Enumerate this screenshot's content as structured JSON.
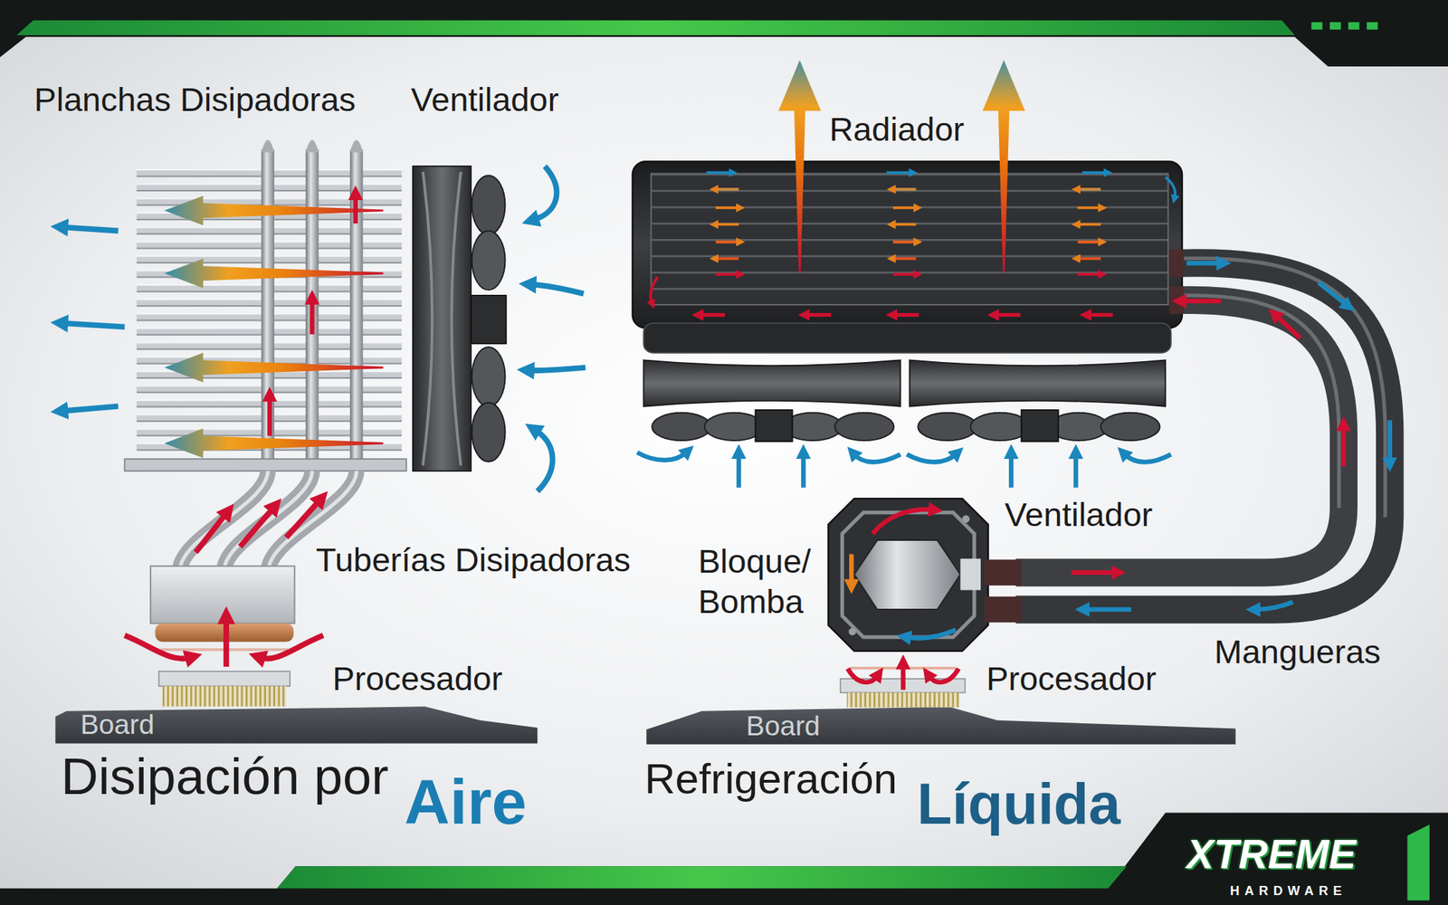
{
  "diagram": {
    "nodes": [
      {
        "text": [
          "Board"
        ]
      },
      {
        "text": [
          "Board"
        ]
      }
    ],
    "labels": [
      "Planchas Disipadoras",
      "Ventilador",
      "Radiador",
      "Ventilador",
      "Tuberías Disipadoras",
      "Bloque/ Bomba",
      "Procesador",
      "Procesador",
      "Mangueras",
      "Disipación por",
      "Aire",
      "Refrigeración",
      "Líquida",
      "XTREME",
      "HARDWARE"
    ]
  }
}
